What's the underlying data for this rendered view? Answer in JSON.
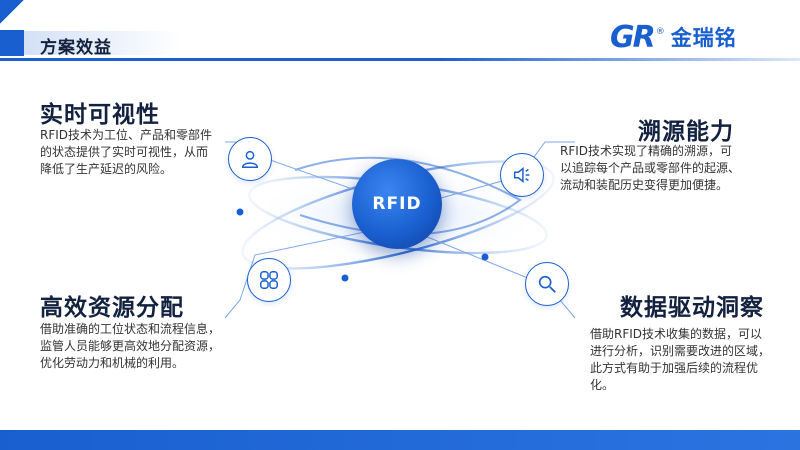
{
  "header": {
    "title": "方案效益"
  },
  "logo": {
    "mark": "GR",
    "name": "金瑞铭",
    "reg": "®"
  },
  "center": {
    "label": "RFID"
  },
  "sections": [
    {
      "title": "实时可视性",
      "desc": [
        "RFID技术为工位、产品和零部件",
        "的状态提供了实时可视性，从而",
        "降低了生产延迟的风险。"
      ],
      "icon": "user-icon"
    },
    {
      "title": "溯源能力",
      "desc": [
        "RFID技术实现了精确的溯源，可",
        "以追踪每个产品或零部件的起源、",
        "流动和装配历史变得更加便捷。"
      ],
      "icon": "speaker-icon"
    },
    {
      "title": "高效资源分配",
      "desc": [
        "借助准确的工位状态和流程信息，",
        "监管人员能够更高效地分配资源，",
        "优化劳动力和机械的利用。"
      ],
      "icon": "grid-icon"
    },
    {
      "title": "数据驱动洞察",
      "desc": [
        "借助RFID技术收集的数据，可以",
        "进行分析，识别需要改进的区域，",
        "此方式有助于加强后续的流程优",
        "化。"
      ],
      "icon": "search-icon"
    }
  ]
}
